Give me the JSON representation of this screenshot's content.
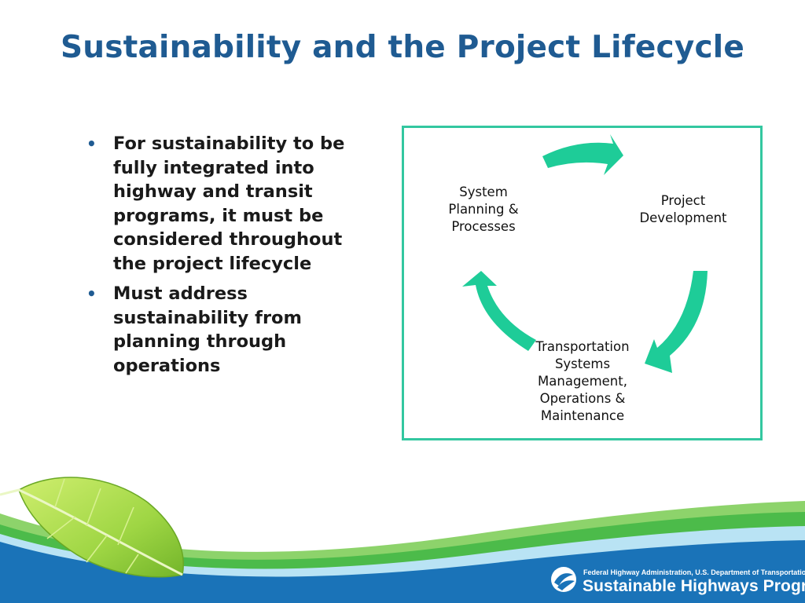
{
  "slide": {
    "title": "Sustainability and the Project Lifecycle",
    "bullets": [
      "For sustainability to be fully integrated into highway and transit programs, it must be considered throughout the project lifecycle",
      "Must address sustainability from planning through operations"
    ],
    "bullet_symbol": "•"
  },
  "diagram": {
    "nodes": {
      "planning": "System\nPlanning &\nProcesses",
      "development": "Project\nDevelopment",
      "operations": "Transportation\nSystems\nManagement,\nOperations &\nMaintenance"
    },
    "arrow_color": "#1ecc98",
    "frame_color": "#33c7a0"
  },
  "footer": {
    "agency": "Federal Highway Administration, U.S. Department of Transportation",
    "program": "Sustainable Highways Program"
  },
  "colors": {
    "title": "#1f5b92",
    "footer_wave": "#1a73b8",
    "leaf": "#a8d84a"
  },
  "icons": [
    "leaf-icon",
    "fhwa-logo-icon",
    "cycle-arrow-icon"
  ]
}
